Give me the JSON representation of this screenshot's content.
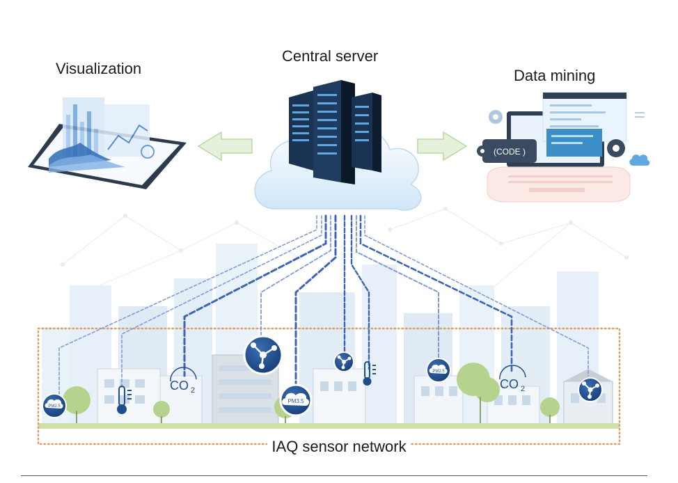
{
  "labels": {
    "visualization": "Visualization",
    "central_server": "Central server",
    "data_mining": "Data mining",
    "network": "IAQ sensor network",
    "code_tag": "(CODE )",
    "co2_left": "CO",
    "co2_right": "CO",
    "co2_sub": "2",
    "pm25": "PM3.5",
    "pm25_small": "PM2.5",
    "pm25_tiny": "PM2.5"
  },
  "colors": {
    "sensor_blue": "#1f4e8c",
    "line_blue": "#3d63b5",
    "line_light": "#7f9ad6",
    "arrow_green": "#e6f1dc",
    "arrow_stroke": "#b9d7a4",
    "network_border": "#d9a06b",
    "cloud": "#eaf4fd",
    "server_dark": "#10243d",
    "building_light": "#e3eef7"
  },
  "icons": [
    "thermometer-icon",
    "co2-icon",
    "network-node-icon",
    "pm25-icon",
    "gear-icon",
    "cloud-upload-icon",
    "tablet-icon",
    "laptop-icon",
    "server-rack-icon"
  ]
}
